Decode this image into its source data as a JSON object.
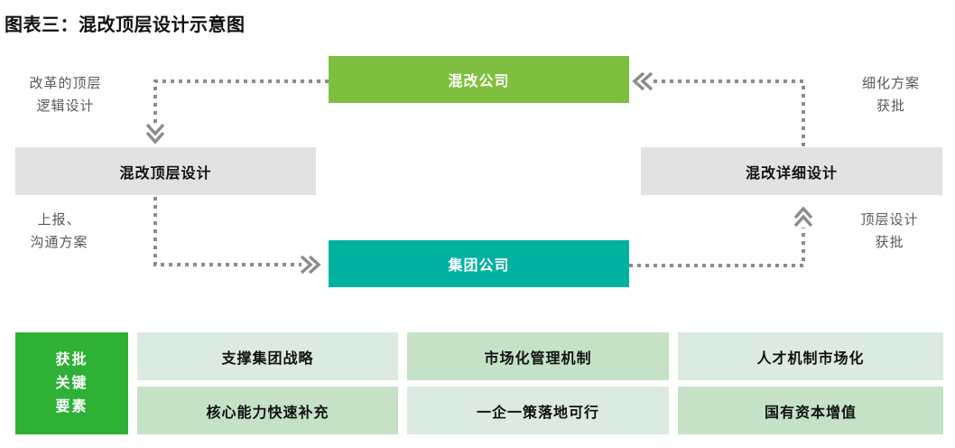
{
  "title": "图表三：混改顶层设计示意图",
  "flow": {
    "nodes": {
      "mixed_company": "混改公司",
      "top_design": "混改顶层设计",
      "detail_design": "混改详细设计",
      "group_company": "集团公司"
    },
    "labels": {
      "top_left": [
        "改革的顶层",
        "逻辑设计"
      ],
      "bottom_left": [
        "上报、",
        "沟通方案"
      ],
      "top_right": [
        "细化方案",
        "获批"
      ],
      "bottom_right": [
        "顶层设计",
        "获批"
      ]
    }
  },
  "key_factors": {
    "header": [
      "获批",
      "关键",
      "要素"
    ],
    "items": [
      "支撑集团战略",
      "市场化管理机制",
      "人才机制市场化",
      "核心能力快速补充",
      "一企一策落地可行",
      "国有资本增值"
    ]
  },
  "colors": {
    "mixed_company_green": "#7fbf3f",
    "group_company_teal": "#00b1a0",
    "key_factors_green": "#2eb135",
    "design_box_gray": "#e2e2e2",
    "cell_light_mint": "#dcebe1",
    "cell_medium_green": "#c5e1c6",
    "connector_gray": "#8c8c8c",
    "edge_label_gray": "#595959"
  }
}
